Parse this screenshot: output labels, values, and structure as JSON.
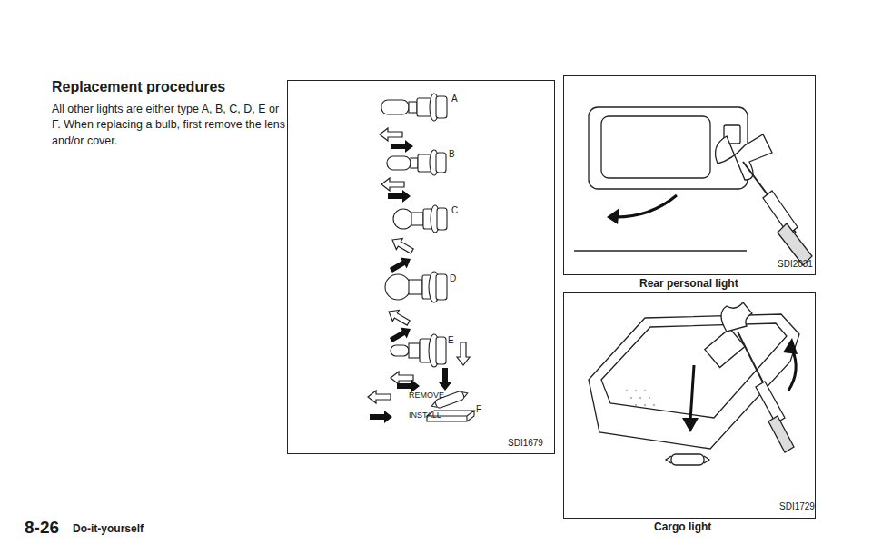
{
  "diagram": {
    "title": "Replacement procedures",
    "labels": [
      "All other lights are either type A, B, C, D, E or F. When replacing a bulb, first remove the lens and/or cover.",
      "A",
      "B",
      "C",
      "D",
      "E",
      "F",
      "SDI1679",
      "SDI2031",
      "Rear personal light",
      "SDI1729",
      "Cargo light",
      "8-26",
      "Do-it-yourself"
    ],
    "legend": [
      {
        "text": "REMOVE"
      },
      {
        "text": "INSTALL"
      }
    ]
  }
}
